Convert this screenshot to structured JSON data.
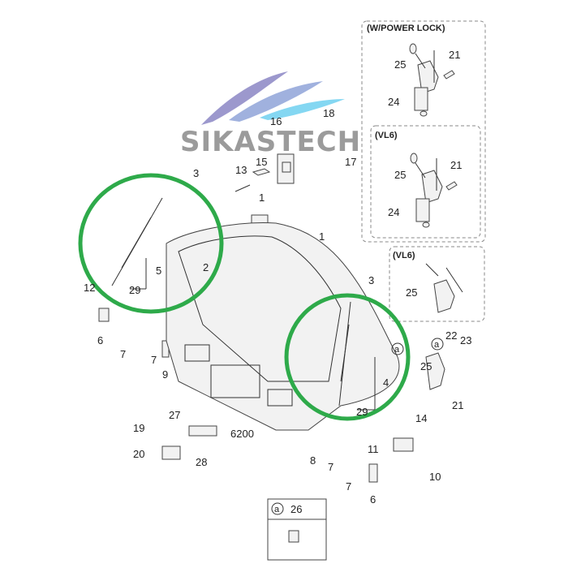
{
  "logo": {
    "text": "SIKASTECH",
    "swoosh_colors": [
      "#8b86c4",
      "#8fa3d8",
      "#6fd0f0"
    ]
  },
  "highlight_color": "#2eaa4a",
  "insets": {
    "power_lock": {
      "title": "(W/POWER LOCK)",
      "labels": [
        "21",
        "25",
        "24"
      ]
    },
    "vl6_a": {
      "title": "(VL6)",
      "labels": [
        "21",
        "25",
        "24"
      ]
    },
    "vl6_b": {
      "title": "(VL6)",
      "labels": [
        "25"
      ]
    },
    "detail_a": {
      "marker": "a",
      "label": "26"
    }
  },
  "callouts": [
    "18",
    "16",
    "15",
    "17",
    "13",
    "3",
    "1",
    "1",
    "2",
    "5",
    "29",
    "12",
    "6",
    "7",
    "7",
    "9",
    "3",
    "4",
    "29",
    "a",
    "a",
    "22",
    "23",
    "25",
    "21",
    "27",
    "19",
    "6200",
    "28",
    "20",
    "14",
    "11",
    "8",
    "7",
    "7",
    "6",
    "10"
  ]
}
